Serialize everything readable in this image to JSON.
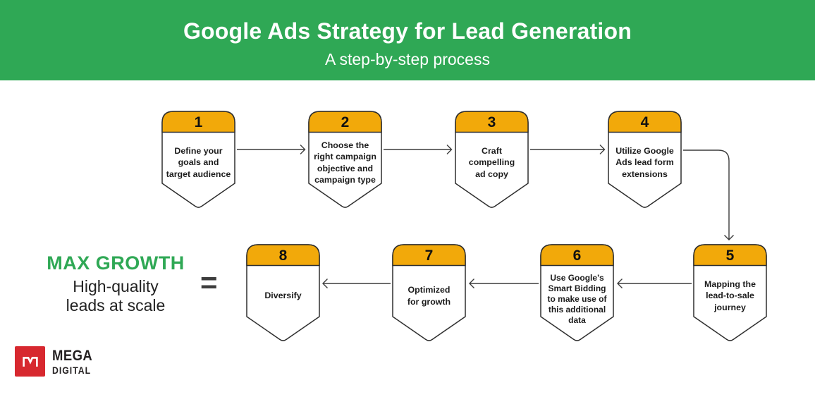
{
  "header": {
    "title": "Google Ads Strategy for Lead Generation",
    "subtitle": "A step-by-step process"
  },
  "steps": [
    {
      "number": "1",
      "text": "Define your\ngoals and\ntarget audience"
    },
    {
      "number": "2",
      "text": "Choose the\nright campaign\nobjective and\ncampaign type"
    },
    {
      "number": "3",
      "text": "Craft\ncompelling\nad copy"
    },
    {
      "number": "4",
      "text": "Utilize Google\nAds lead form\nextensions"
    },
    {
      "number": "5",
      "text": "Mapping the\nlead-to-sale\njourney"
    },
    {
      "number": "6",
      "text": "Use Google’s\nSmart Bidding\nto make use of\nthis additional\ndata"
    },
    {
      "number": "7",
      "text": "Optimized\nfor growth"
    },
    {
      "number": "8",
      "text": "Diversify"
    }
  ],
  "result": {
    "headline": "MAX GROWTH",
    "description": "High-quality\nleads at scale",
    "equals": "="
  },
  "logo": {
    "name": "MEGA",
    "sub": "DIGITAL"
  },
  "colors": {
    "header_green": "#2fa855",
    "badge_yellow": "#f2a90a",
    "badge_outline": "#2e2e2e",
    "arrow": "#3c3c3c",
    "logo_red": "#d7282f",
    "headline_green": "#2fa855"
  }
}
